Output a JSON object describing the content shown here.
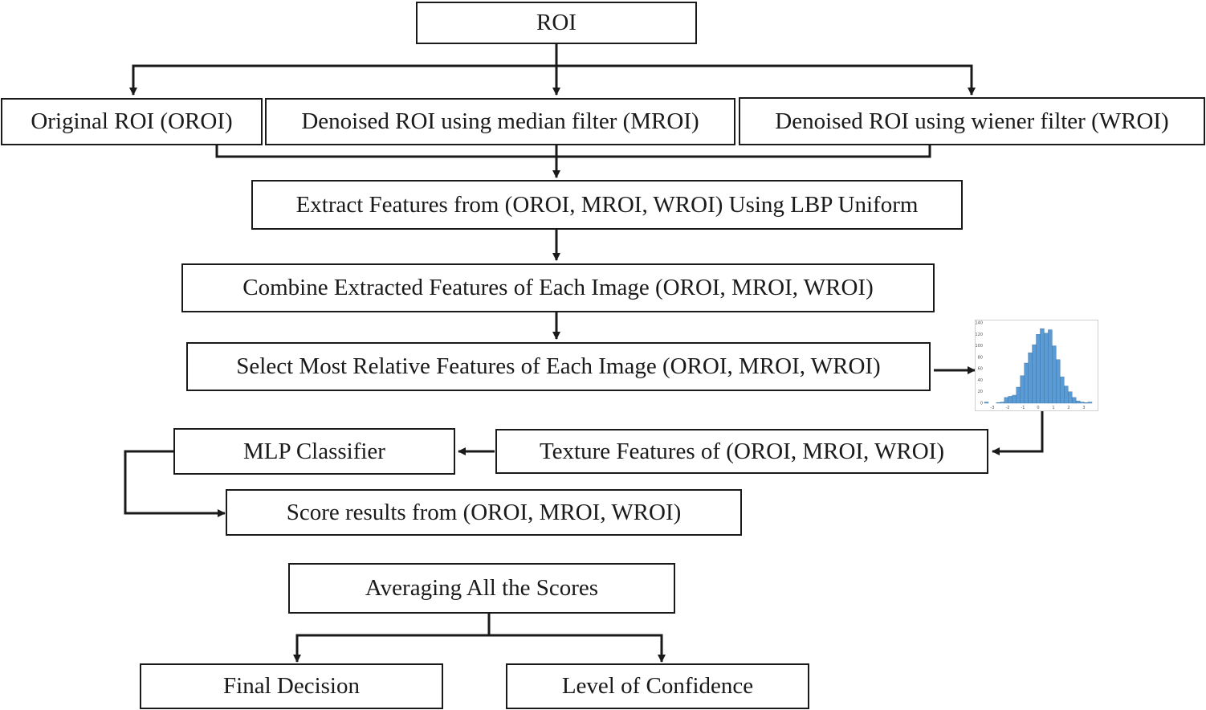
{
  "nodes": {
    "roi": "ROI",
    "oroi": "Original ROI (OROI)",
    "mroi": "Denoised ROI using median filter (MROI)",
    "wroi": "Denoised ROI using wiener filter (WROI)",
    "extract": "Extract Features from (OROI, MROI, WROI) Using LBP Uniform",
    "combine": "Combine Extracted Features of Each Image (OROI, MROI, WROI)",
    "select": "Select Most Relative Features of Each Image (OROI, MROI, WROI)",
    "texture": "Texture Features of (OROI, MROI, WROI)",
    "mlp": "MLP Classifier",
    "score": "Score results from (OROI, MROI, WROI)",
    "average": "Averaging All the Scores",
    "final": "Final Decision",
    "confidence": "Level of Confidence"
  },
  "histogram": {
    "bar_color": "#5b9bd5",
    "y_ticks": [
      "140",
      "120",
      "100",
      "80",
      "60",
      "40",
      "20",
      "0"
    ],
    "x_ticks": [
      "-3",
      "-2",
      "-1",
      "0",
      "1",
      "2",
      "3"
    ],
    "bins": [
      2,
      0,
      0,
      1,
      2,
      10,
      12,
      14,
      28,
      48,
      70,
      88,
      102,
      120,
      130,
      122,
      128,
      100,
      76,
      46,
      30,
      20,
      10,
      4,
      2,
      1,
      2
    ]
  },
  "colors": {
    "stroke": "#1a1a1a"
  }
}
